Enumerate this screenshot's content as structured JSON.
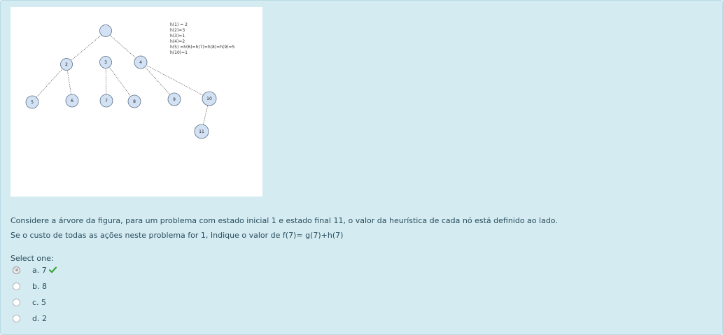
{
  "figure": {
    "nodes": [
      {
        "id": "1",
        "label": ""
      },
      {
        "id": "2",
        "label": "2"
      },
      {
        "id": "3",
        "label": "3"
      },
      {
        "id": "4",
        "label": "4"
      },
      {
        "id": "5",
        "label": "5"
      },
      {
        "id": "6",
        "label": "6"
      },
      {
        "id": "7",
        "label": "7"
      },
      {
        "id": "8",
        "label": "8"
      },
      {
        "id": "9",
        "label": "9"
      },
      {
        "id": "10",
        "label": "10"
      },
      {
        "id": "11",
        "label": "11"
      }
    ],
    "heuristics": [
      "h(1) = 2",
      "h(2)=3",
      "h(3)=1",
      "h(4)=2",
      "h(5) =h(6)=h(7)=h(8)=h(9)=5",
      "h(10)=1"
    ]
  },
  "question": {
    "line1": "Considere a árvore da figura, para um problema com estado inicial 1 e estado final 11, o valor da heurística de cada nó está definido ao lado.",
    "line2": "Se o custo de todas as ações neste problema for 1, Indique o valor de f(7)= g(7)+h(7)"
  },
  "select_label": "Select one:",
  "answers": [
    {
      "label": "a. 7",
      "checked": true,
      "correct": true
    },
    {
      "label": "b. 8",
      "checked": false,
      "correct": false
    },
    {
      "label": "c. 5",
      "checked": false,
      "correct": false
    },
    {
      "label": "d. 2",
      "checked": false,
      "correct": false
    }
  ],
  "colors": {
    "panel_bg": "#d4ebf1",
    "text": "#2a4d5c",
    "correct_check": "#2ca02c"
  }
}
